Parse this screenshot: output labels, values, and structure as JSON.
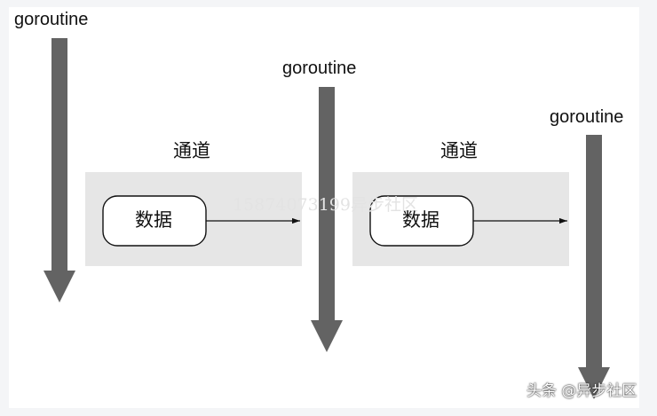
{
  "goroutines": [
    {
      "label": "goroutine"
    },
    {
      "label": "goroutine"
    },
    {
      "label": "goroutine"
    }
  ],
  "channels": [
    {
      "label": "通道",
      "data_label": "数据"
    },
    {
      "label": "通道",
      "data_label": "数据"
    }
  ],
  "watermark": "15874073199异步社区",
  "credit": "头条 @异步社区",
  "colors": {
    "background": "#f4f5f7",
    "panel": "#ffffff",
    "channel_box": "#e6e6e6",
    "arrow_shaft": "#636363",
    "data_box_fill": "#ffffff",
    "text": "#111111"
  }
}
